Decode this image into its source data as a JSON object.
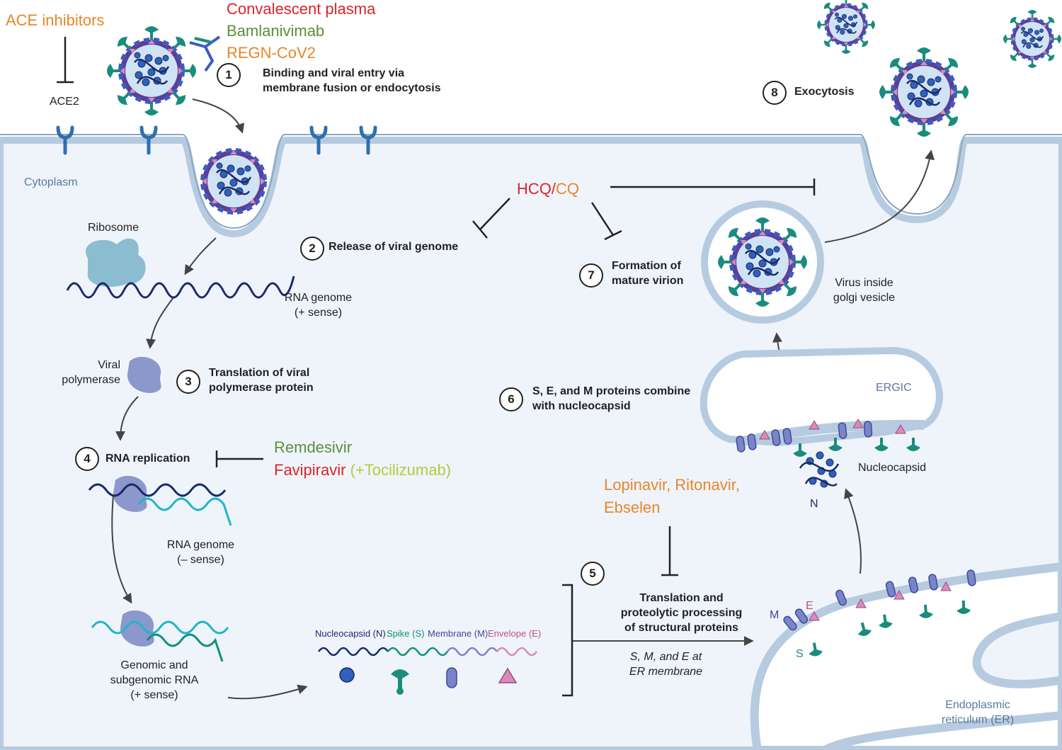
{
  "colors": {
    "cytoplasm": "#eef4fa",
    "membrane": "#b6cbe0",
    "ace2": "#2f6fb0",
    "spike": "#1a8c7d",
    "envelope": "#d98bb8",
    "membrane_protein": "#7a84c8",
    "nucleocapsid": "#2f62b8",
    "rna_dark": "#1c2a6b",
    "rna_cyan": "#22b5c8",
    "rna_teal": "#14907c",
    "drug_red": "#e0222a",
    "drug_green": "#5b8f3c",
    "drug_orange": "#e8862a",
    "drug_yellow": "#b9c93a"
  },
  "drugs": {
    "ace_inhibitors": "ACE inhibitors",
    "convalescent_plasma": "Convalescent plasma",
    "bamlanivimab": "Bamlanivimab",
    "regn_cov2": "REGN-CoV2",
    "hcq": "HCQ",
    "slash": "/",
    "cq": "CQ",
    "remdesivir": "Remdesivir",
    "favipiravir": "Favipiravir",
    "tocilizumab": "(+Tocilizumab)",
    "protease_line1": "Lopinavir, Ritonavir,",
    "protease_line2": "Ebselen"
  },
  "labels": {
    "ace2": "ACE2",
    "cytoplasm": "Cytoplasm",
    "ribosome": "Ribosome",
    "rna_genome_pos_l1": "RNA genome",
    "rna_genome_pos_l2": "(+ sense)",
    "viral_polymerase_l1": "Viral",
    "viral_polymerase_l2": "polymerase",
    "rna_genome_neg_l1": "RNA genome",
    "rna_genome_neg_l2": "(– sense)",
    "genomic_l1": "Genomic and",
    "genomic_l2": "subgenomic RNA",
    "genomic_l3": "(+ sense)",
    "virus_golgi_l1": "Virus inside",
    "virus_golgi_l2": "golgi vesicle",
    "ergic": "ERGIC",
    "nucleocapsid": "Nucleocapsid",
    "n": "N",
    "m": "M",
    "e": "E",
    "s": "S",
    "er_l1": "Endoplasmic",
    "er_l2": "reticulum (ER)",
    "er_membrane_l1": "S, M, and E at",
    "er_membrane_l2": "ER membrane"
  },
  "legend": {
    "nucleocapsid": "Nucleocapsid (N)",
    "spike": "Spike (S)",
    "membrane": "Membrane (M)",
    "envelope": "Envelope (E)"
  },
  "steps": [
    {
      "num": "1",
      "line1": "Binding and viral entry via",
      "line2": "membrane fusion or endocytosis"
    },
    {
      "num": "2",
      "line1": "Release of viral genome",
      "line2": ""
    },
    {
      "num": "3",
      "line1": "Translation of viral",
      "line2": "polymerase protein"
    },
    {
      "num": "4",
      "line1": "RNA replication",
      "line2": ""
    },
    {
      "num": "5",
      "line1": "Translation and",
      "line2": "proteolytic processing",
      "line3": "of structural proteins"
    },
    {
      "num": "6",
      "line1": "S, E, and M proteins combine",
      "line2": "with nucleocapsid"
    },
    {
      "num": "7",
      "line1": "Formation of",
      "line2": "mature virion"
    },
    {
      "num": "8",
      "line1": "Exocytosis",
      "line2": ""
    }
  ]
}
